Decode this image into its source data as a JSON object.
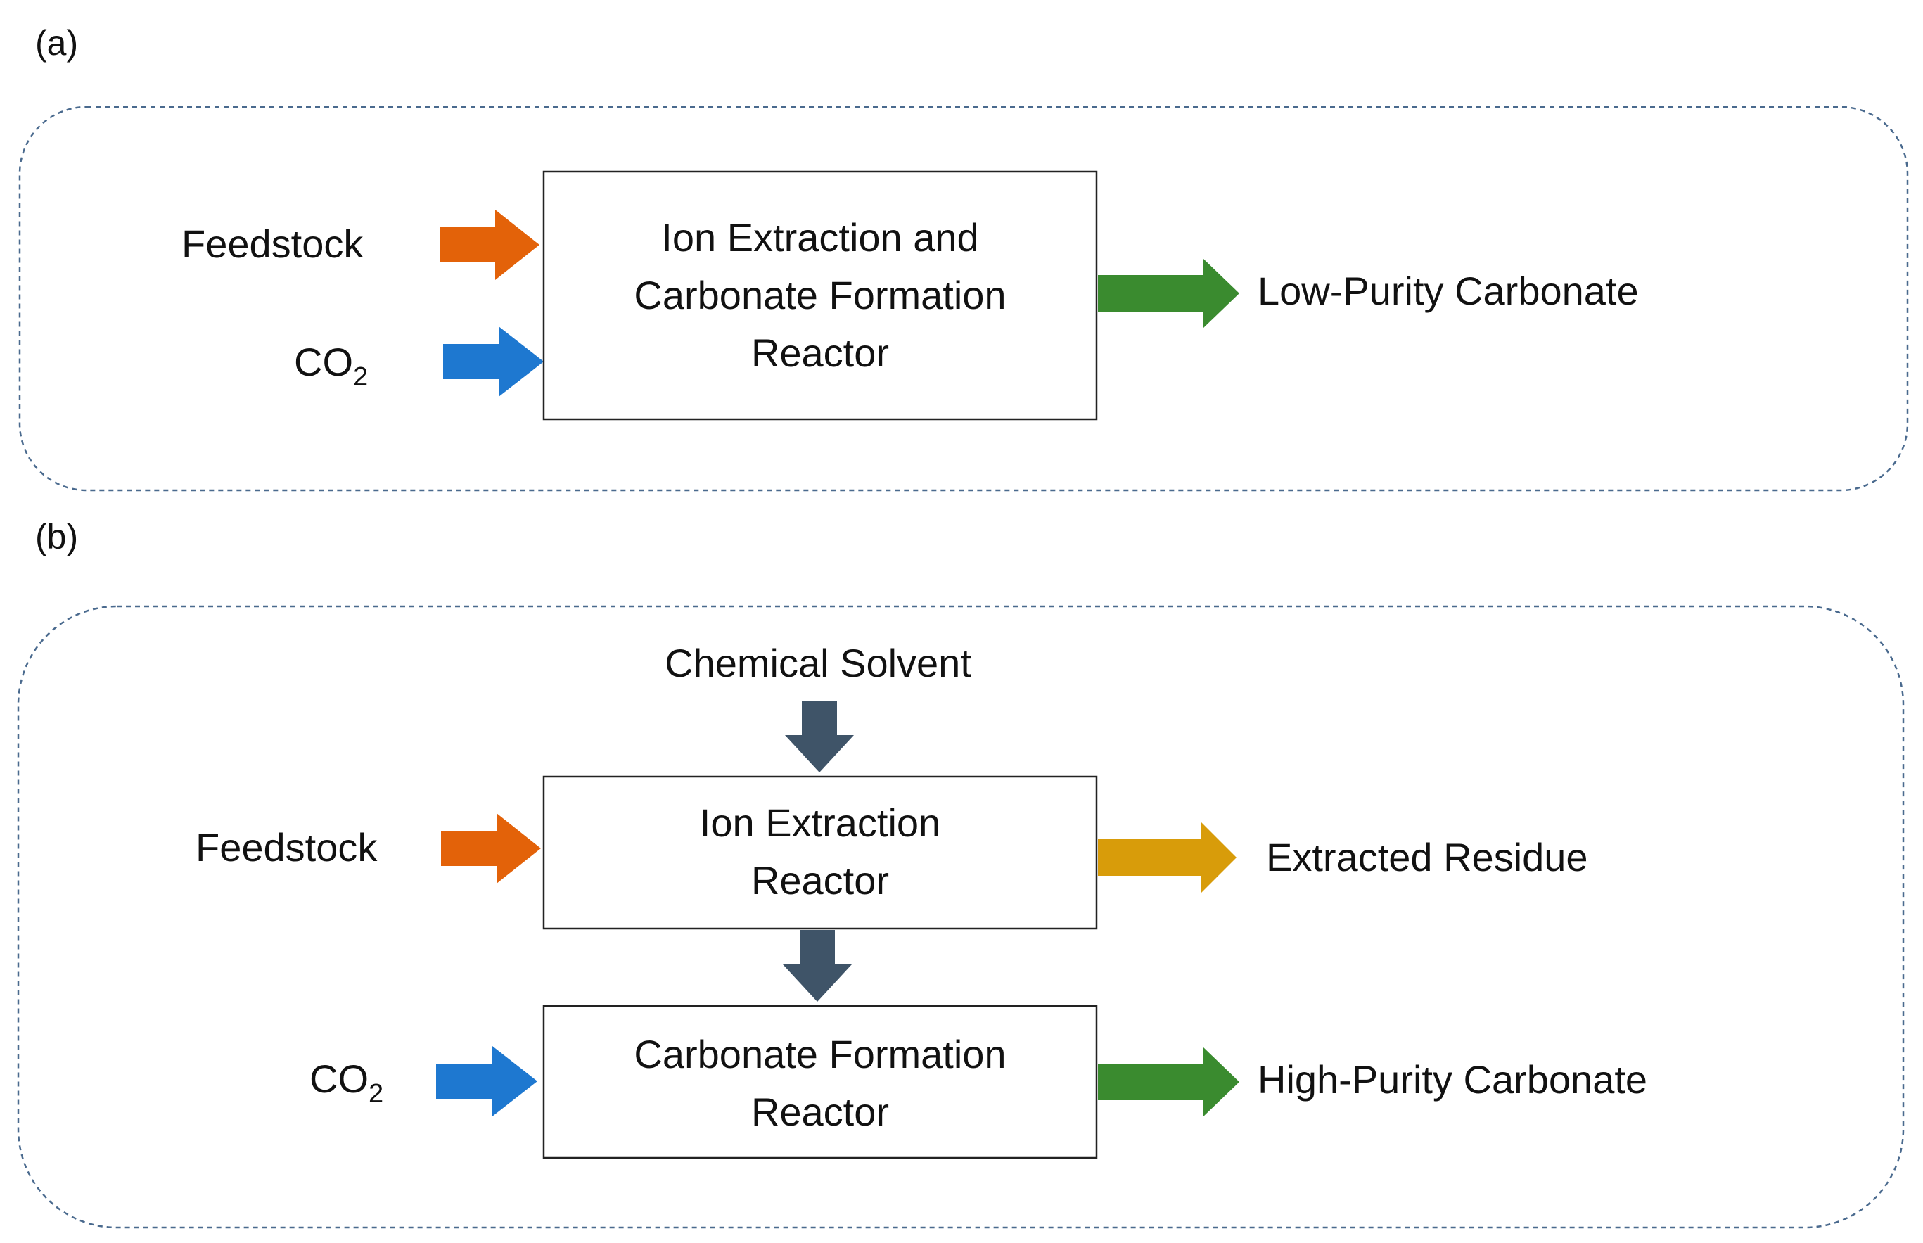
{
  "panel_a": {
    "label": "(a)",
    "inputs": {
      "feedstock": "Feedstock",
      "co2_main": "CO",
      "co2_sub": "2"
    },
    "reactor_lines": [
      "Ion Extraction and",
      "Carbonate Formation",
      "Reactor"
    ],
    "output": "Low-Purity Carbonate"
  },
  "panel_b": {
    "label": "(b)",
    "solvent": "Chemical Solvent",
    "inputs": {
      "feedstock": "Feedstock",
      "co2_main": "CO",
      "co2_sub": "2"
    },
    "extraction_reactor_lines": [
      "Ion Extraction",
      "Reactor"
    ],
    "formation_reactor_lines": [
      "Carbonate Formation",
      "Reactor"
    ],
    "residue_output": "Extracted Residue",
    "carbonate_output": "High-Purity Carbonate"
  },
  "colors": {
    "feedstock_arrow": "#e36209",
    "co2_arrow": "#1e78d0",
    "carbonate_arrow": "#3a8b2f",
    "residue_arrow": "#d89c0a",
    "flow_arrow": "#3f5468",
    "panel_border": "#4a6a8e",
    "box_border": "#222222"
  }
}
